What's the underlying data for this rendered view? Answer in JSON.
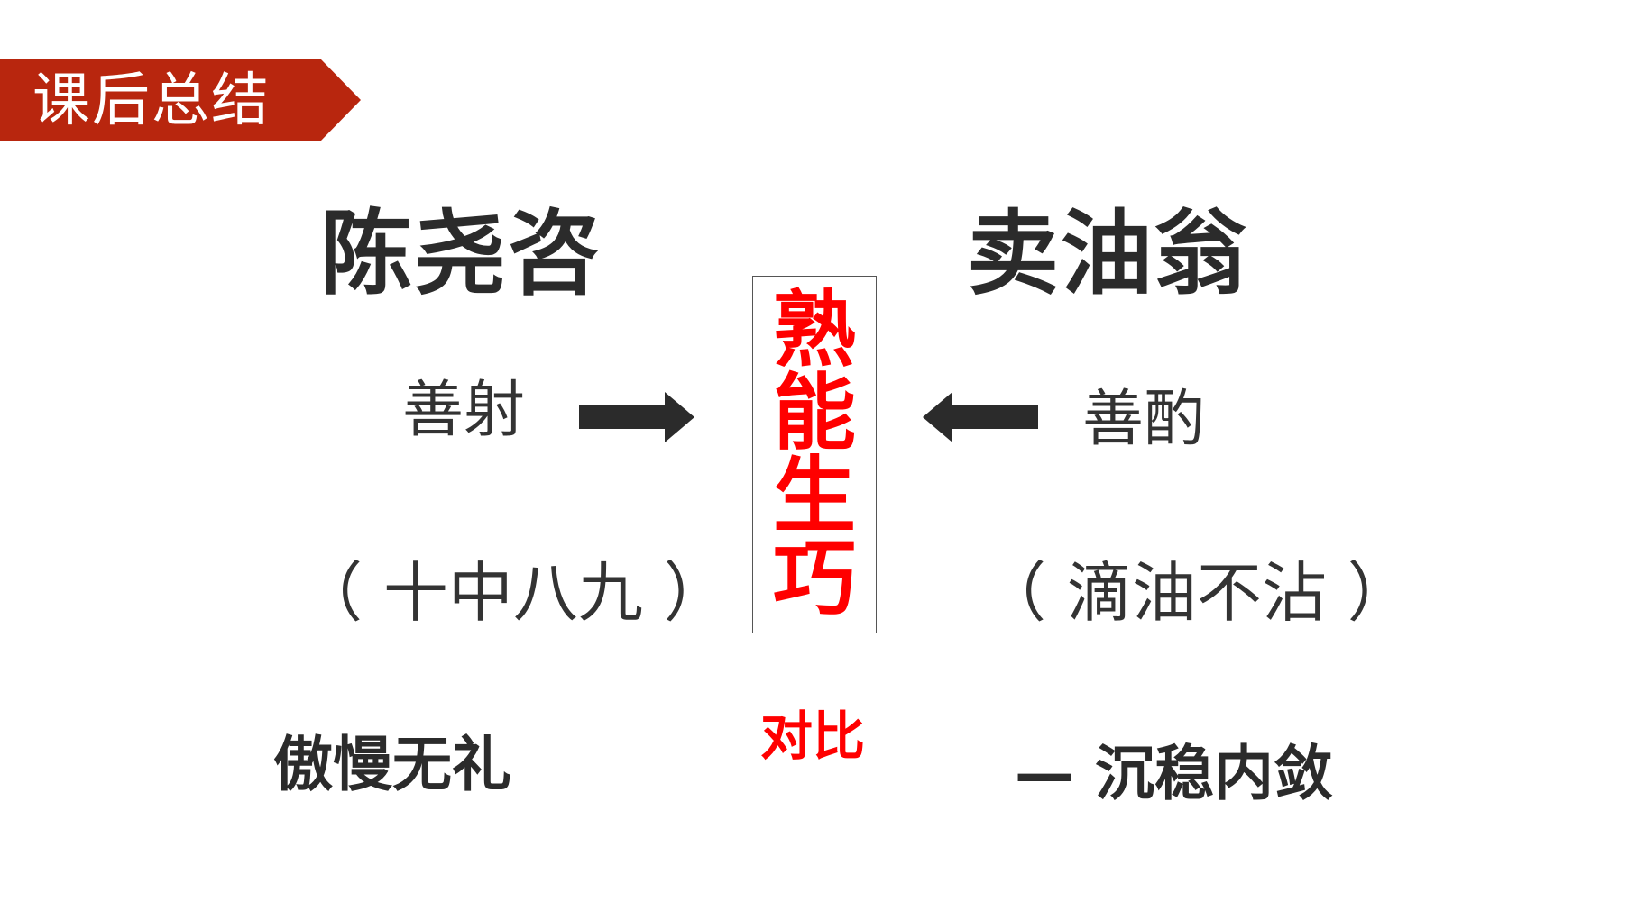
{
  "title": "课后总结",
  "left": {
    "name": "陈尧咨",
    "skill": "善射",
    "detail": "（ 十中八九 ）",
    "trait": "傲慢无礼"
  },
  "right": {
    "name": "卖油翁",
    "skill": "善酌",
    "detail": "（ 滴油不沾 ）",
    "trait": "— 沉稳内敛"
  },
  "center": {
    "chars": [
      "熟",
      "能",
      "生",
      "巧"
    ],
    "contrast": "对比"
  },
  "colors": {
    "banner": "#b8260e",
    "highlight": "#ff0000",
    "text": "#2b2b2b"
  },
  "icons": [
    "arrow-right-icon",
    "arrow-left-icon"
  ]
}
